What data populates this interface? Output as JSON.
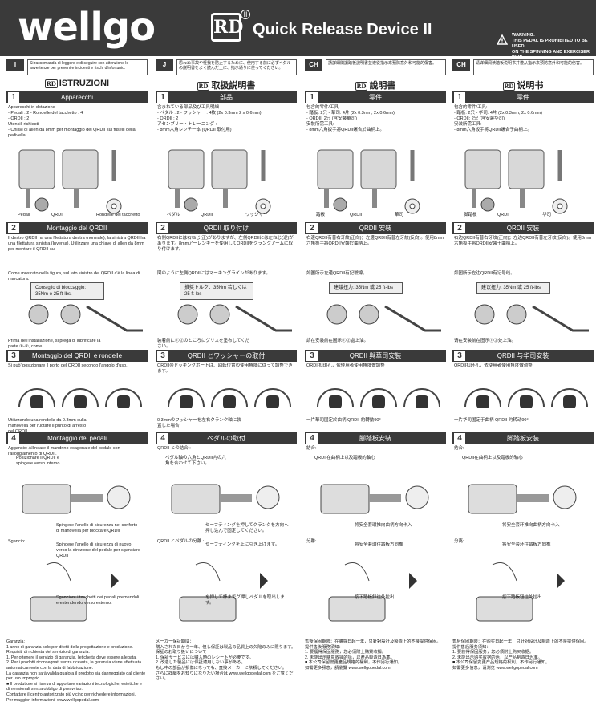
{
  "header": {
    "brand": "wellgo",
    "logo_text": "RD",
    "logo_sup": "II",
    "title": "Quick Release Device II",
    "warning_title": "WARNING:",
    "warning_line1": "THIS PEDAL IS PROHIBITED TO BE USED",
    "warning_line2": "ON THE SPINNING AND EXERCISER BIKE"
  },
  "columns": [
    {
      "lang": "I",
      "intro": "Si raccomanda di leggere e di seguire con attenzione le avvertenze per prevenire incidenti e rischi d'infortunio.",
      "title": "ISTRUZIONI",
      "s1": {
        "num": "1",
        "title": "Apparecchi",
        "text": "Apparecchi in dotazione\n- Pedali : 2     - Rondelle del tacchetto : 4\n- QRDII : 2\nUtensili richiesti\n- Chiavi di allen da 8mm per montaggio del QRDII sui fuselli della pedivella.",
        "labels": [
          "Pedali",
          "QRDII",
          "Rondelle del tacchetto"
        ]
      },
      "s2": {
        "num": "2",
        "title": "Montaggio del QRDII",
        "text": "Il destro QRDII ha una filettatura destra (normale); la sinistra QRDII ha una filettatura sinistra (Inversa). Utilizzare una chiave di allen da 8mm per montare il QRDII sui",
        "text2": "Come mostrato nella figura, sul lato sinistro del QRDII c'è la linea di marcatura.",
        "torque": "Consiglio di bloccaggio: 35Nm o 25 ft-lbs.",
        "text3": "Prima dell'installazione, si prega di lubrificare la parte ①-②, come"
      },
      "s3": {
        "num": "3",
        "title": "Montaggio del QRDII e rondelle",
        "text": "Si può' posizionare il porto del QRDII secondo l'angolo d'uso.",
        "caption": "Utilizzando una rondella da 0.3mm sulla manovella per ruotare il punto di arresto del QRDII"
      },
      "s4": {
        "num": "4",
        "title": "Montaggio dei pedali",
        "text": "Aggancio:  Allineare il mandrino esagonale del pedale con l'alloggiamento di QRDII.",
        "step1": "Posizionare il QRDII e spingere verso interno.",
        "step2": "Spingere l'anello di sicurezza nel conforto di manovella per bloccare QRDII",
        "text2": "Sgancio:",
        "step3": "Spingere l'anello di sicurezza di nuovo verso la direzione del pedale per sganciare QRDII",
        "step4": "Sganciare i tacchetti dei pedali premendoli e estendendo verso esterno."
      },
      "footer": "Garanzia:\n1 anno di garanzia solo per difetti della progettazione e produzione.\nRequisiti di richiesta del servizio di garanzia:\n1. Per ottenere il servizio di garanzia, l'etichetta deve essere allegata.\n2. Per i prodotti riconsegnati senza ricevuta, la garanzia viene effettuata automaticamente con la data di fabbricazione.\nLa garanzia non sarà valida qualora il prodotto sia danneggiato dal cliente per uso improprio.\n■ Il produttore si riserva di apportare variazioni tecnologiche, estetiche e dimensionali senza obbligo di preavviso.\nContattare il centro autorizzato più vicino per richiedere informazioni.\nPer maggiori informazioni: www.wellgopedal.com"
    },
    {
      "lang": "J",
      "intro": "思わぬ事故や怪我を防止するために、使用する前に必ずペダルの説明書をよく読んだ上に、指示通りに使ってください。",
      "title": "取扱説明書",
      "s1": {
        "num": "1",
        "title": "部品",
        "text": "含まれている部品及び工具明細\n- ペダル : 2    - ワッシャー : 4枚 (2x 0.3mm 2 x 0.6mm)\n- QRDII : 2\nアセンブリー・トレーニング :\n- 8mm六角レンチ一本 (QRDII 取付用)",
        "labels": [
          "ペダル",
          "QRDII",
          "ワッシャー"
        ]
      },
      "s2": {
        "num": "2",
        "title": "QRDII 取り付け",
        "text": "右側QRDIIには右ねじ(正)がありますが、左側QRDIIには左ねじ(逆)があります。8mmアーレンキーを使用してQRDIIをクランクアームに取り付けます。",
        "text2": "図のように左側QRDIIにはマーキングラインがあります。",
        "torque": "推奨トルク：35Nm 若しくは 25 ft-lbs",
        "text3": "装着前に①②のところにグリスを塗布してください。"
      },
      "s3": {
        "num": "3",
        "title": "QRDII とワッシャーの取付",
        "text": "QRDIIのドッキングポートは、回転位置の使用角度に従って調整できます。",
        "caption": "0.3mmのワッシャーを左右クランク軸に装置した場合"
      },
      "s4": {
        "num": "4",
        "title": "ペダルの取付",
        "text": "QRDII との結合 :",
        "step1": "ペダル軸の六角とQRDII内の六角を合わせて下さい。",
        "step2": "セーフティングを押してクランクを方向へ押し込んで固定してください。",
        "text2": "QRDII とペダルの分離 :",
        "step3": "セーフティングを上に引き上げます。",
        "step4": "を押して棒までグ押しペダルを取出します。"
      },
      "footer": "メーカー保証期間：\n購入された日から一年、但し保証は製品の品質上の欠陥のみに限ります。\n保証のお取り扱いについて\n1. 保証サービスには購入時のレシートが必要です。\n2. 改造した製品には保証適用しない事がある。\nもし中の部品が損傷になっても、直接メーカーに依頼してください。\nさらに詳細をお知りになりたい場合は www.wellgopedal.com をご覧ください。"
    },
    {
      "lang": "CH",
      "intro": "請詳細閱讀踏板說明書並遵從指示來預防意外和可能的傷害。",
      "title": "說明書",
      "s1": {
        "num": "1",
        "title": "零件",
        "text": "包含的零件/工具:\n- 踏板: 2只   - 華司: 4片 (2x 0.3mm, 2x 0.6mm)\n            - QRDII: 2只 (含安裝華司)\n安裝所需工具:\n- 8mm六角扳手將QRDII螺合於曲柄上。",
        "labels": [
          "踏板",
          "QRDII",
          "華司"
        ]
      },
      "s2": {
        "num": "2",
        "title": "QRDII 安裝",
        "text": "右邊QRDII有普右牙紋(正向)；左邊QRDII有普左牙紋(反向)。使用8mm六角扳手將QRDII安裝於曲柄上。",
        "text2": "如圖所示左邊QRDII有記號線。",
        "torque": "建議扭力: 35Nm 或 25 ft-lbs",
        "text3": "請在安裝前在圖示①②處上油。"
      },
      "s3": {
        "num": "3",
        "title": "QRDII 與華司安裝",
        "text": "QRDII扣環孔，依使用者使用角度做調整",
        "caption": "一片華司固定於曲柄 QRDII 約轉動90°"
      },
      "s4": {
        "num": "4",
        "title": "腳踏板安裝",
        "text": "結合:",
        "step1": "QRDII在曲柄上以及踏板的軸心",
        "step2": "將安全套環推向曲柄方向卡入",
        "text2": "分離:",
        "step3": "將安全套環往踏板方向推",
        "step4": "按下踏板鈕往外拉出"
      },
      "footer": "售後保固期限：在購買日起一年，只針對設計及製造上的不良提供保固。\n提供售後服務須知：\n1. 要獲得保固服務，您必須附上購買收據。\n2. 未能出示購買收據的話，以產品製造日為準。\n■ 本公司保留變更產品規格的權利，不作另行通知。\n如需更多訊息，請瀏覽 www.wellgopedal.com"
    },
    {
      "lang": "CH",
      "intro": "请详细阅读踏板说明书并遵从指示来预防意外和可能的伤害。",
      "title": "说明书",
      "s1": {
        "num": "1",
        "title": "零件",
        "text": "包含的零件/工具:\n- 踏板: 2只   - 华司: 4片 (2x 0.3mm, 2x 0.6mm)\n            - QRDII: 2只 (含安装华司)\n安装所需工具:\n- 8mm六角扳手将QRDII螺合于曲柄上。",
        "labels": [
          "脚踏板",
          "QRDII",
          "华司"
        ]
      },
      "s2": {
        "num": "2",
        "title": "QRDII 安装",
        "text": "右边QRDII有普右牙纹(正向)；左边QRDII有普左牙纹(反向)。使用8mm六角扳手将QRDII安装于曲柄上。",
        "text2": "如图所示左边QRDII有记号线。",
        "torque": "建议扭力: 35Nm 或 25 ft-lbs",
        "text3": "请在安装前在图示①②处上油。"
      },
      "s3": {
        "num": "3",
        "title": "QRDII 与华司安装",
        "text": "QRDII扣环孔，依使用者使用角度做调整",
        "caption": "一片华司固定于曲柄 QRDII 约转动90°"
      },
      "s4": {
        "num": "4",
        "title": "脚踏板安装",
        "text": "结合:",
        "step1": "QRDII在曲柄上以及踏板的轴心",
        "step2": "将安全套环推向曲柄方向卡入",
        "text2": "分离:",
        "step3": "将安全套环往踏板方向推",
        "step4": "按下踏板钮往外拉出"
      },
      "footer": "售后保固期限：在购买日起一年，只针对设计及制造上的不良提供保固。\n提供售后服务须知：\n1. 要获得保固服务，您必须附上购买收据。\n2. 未能出示购买收据的话，以产品制造日为准。\n■ 本公司保留变更产品规格的权利，不作另行通知。\n如需更多信息，请浏览 www.wellgopedal.com"
    }
  ]
}
